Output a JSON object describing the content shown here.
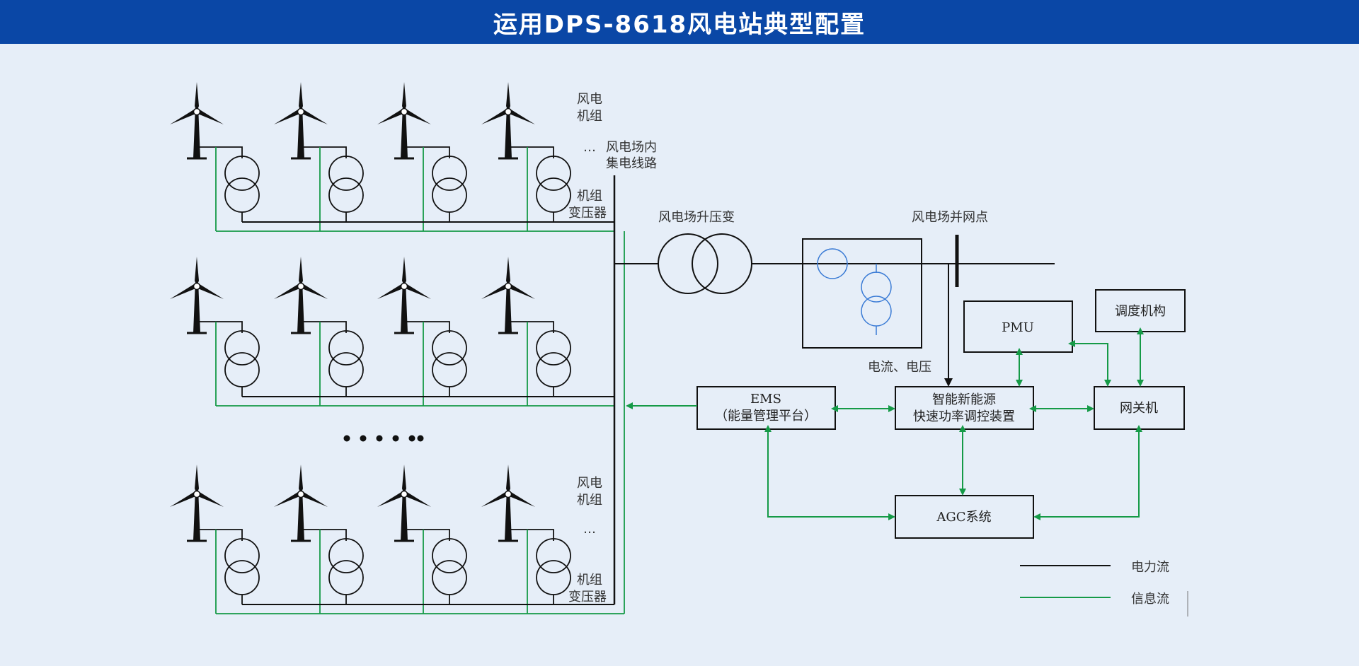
{
  "title": "运用DPS-8618风电站典型配置",
  "labels": {
    "turbine_group_top": [
      "风电",
      "机组"
    ],
    "collector_line": [
      "风电场内",
      "集电线路"
    ],
    "unit_transformer_top": [
      "机组",
      "变压器"
    ],
    "step_up_transformer": "风电场升压变",
    "grid_point": "风电场并网点",
    "current_voltage": "电流、电压",
    "turbine_group_bottom": [
      "风电",
      "机组"
    ],
    "unit_transformer_bottom": [
      "机组",
      "变压器"
    ],
    "ellipsis": "…"
  },
  "boxes": {
    "ems": [
      "EMS",
      "（能量管理平台）"
    ],
    "fast_power": [
      "智能新能源",
      "快速功率调控装置"
    ],
    "pmu": "PMU",
    "dispatch": "调度机构",
    "gateway": "网关机",
    "agc": "AGC系统"
  },
  "legend": {
    "power_flow": "电力流",
    "info_flow": "信息流"
  },
  "colors": {
    "header": "#0a47a6",
    "background": "#e6eef8",
    "power_line": "#111111",
    "info_line": "#159a47",
    "ct_circle": "#3a7bd5"
  }
}
